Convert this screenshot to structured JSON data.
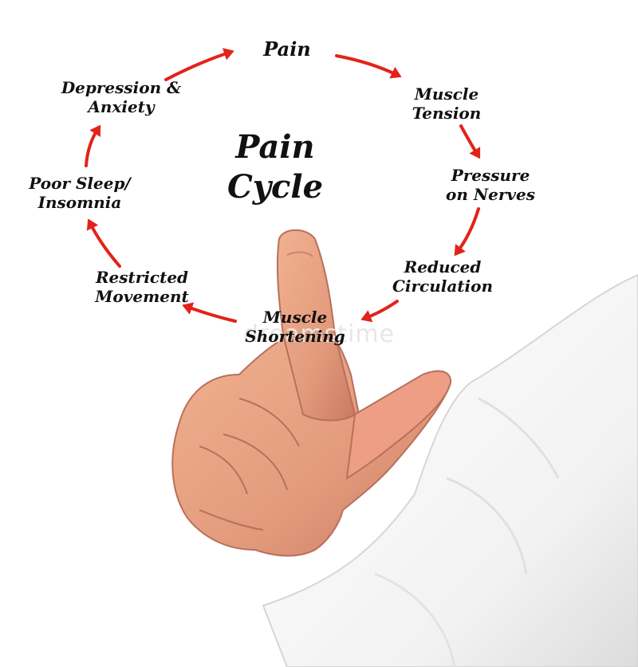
{
  "diagram": {
    "title_line1": "Pain",
    "title_line2": "Cycle",
    "nodes": [
      {
        "id": "pain",
        "lines": [
          "Pain"
        ]
      },
      {
        "id": "muscle-tension",
        "lines": [
          "Muscle",
          "Tension"
        ]
      },
      {
        "id": "pressure-on-nerves",
        "lines": [
          "Pressure",
          "on Nerves"
        ]
      },
      {
        "id": "reduced-circulation",
        "lines": [
          "Reduced",
          "Circulation"
        ]
      },
      {
        "id": "muscle-shortening",
        "lines": [
          "Muscle",
          "Shortening"
        ]
      },
      {
        "id": "restricted-movement",
        "lines": [
          "Restricted",
          "Movement"
        ]
      },
      {
        "id": "poor-sleep",
        "lines": [
          "Poor Sleep/",
          "Insomnia"
        ]
      },
      {
        "id": "depression-anxiety",
        "lines": [
          "Depression &",
          "Anxiety"
        ]
      }
    ],
    "arrow_color": "#e2231a",
    "watermark": "dreamstime"
  }
}
